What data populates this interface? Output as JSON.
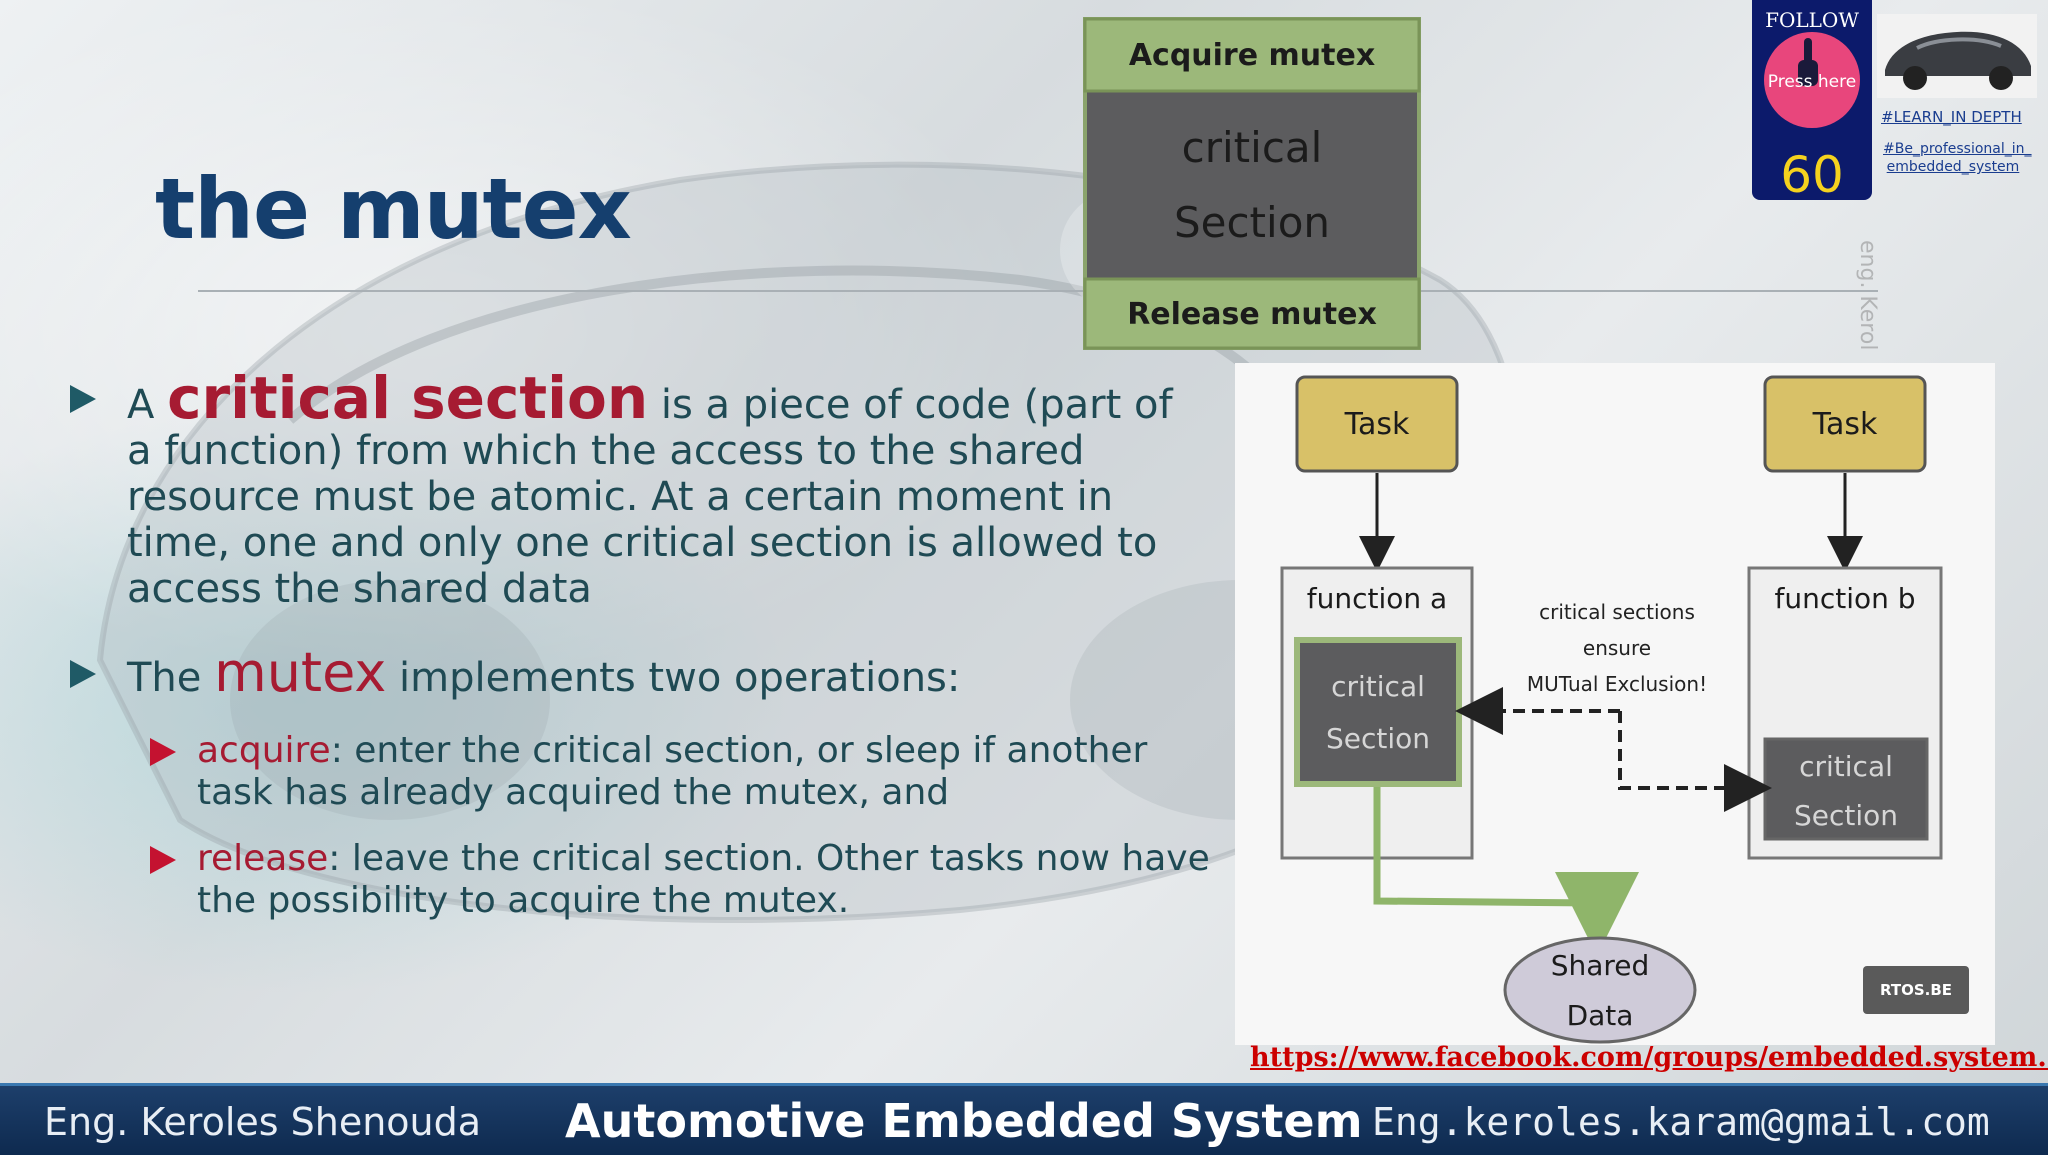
{
  "slide": {
    "title": "the mutex"
  },
  "bullets": {
    "b1": {
      "pre": "A ",
      "keyword": "critical  section",
      "post": "  is a piece of code (part of a function) from which the access to the shared resource must be atomic. At a certain moment in time, one and only one critical section is allowed to access the shared data"
    },
    "b2": {
      "pre": "The ",
      "keyword": "mutex",
      "post": " implements two operations:"
    },
    "sub1": {
      "keyword": "acquire",
      "post": ": enter the critical section, or sleep if another task has already acquired the mutex, and"
    },
    "sub2": {
      "keyword": "release",
      "post": ": leave the critical section. Other tasks now have the possibility to acquire the mutex."
    }
  },
  "mutex_box": {
    "top": "Acquire mutex",
    "middle_line1": "critical",
    "middle_line2": "Section",
    "bottom": "Release mutex"
  },
  "diagram": {
    "task_a": "Task",
    "task_b": "Task",
    "function_a": "function a",
    "function_b": "function b",
    "cs_a_line1": "critical",
    "cs_a_line2": "Section",
    "cs_b_line1": "critical",
    "cs_b_line2": "Section",
    "note_line1": "critical sections",
    "note_line2": "ensure",
    "note_line3": "MUTual Exclusion!",
    "shared_line1": "Shared",
    "shared_line2": "Data",
    "badge": "RTOS.BE"
  },
  "links": {
    "facebook": "https://www.facebook.com/groups/embedded.system.KS/"
  },
  "footer": {
    "left": "Eng. Keroles Shenouda",
    "center": "Automotive Embedded System",
    "right": "Eng.keroles.karam@gmail.com"
  },
  "follow": {
    "title": "FOLLOW US",
    "press": "Press here",
    "count": "60",
    "tag1": "#LEARN_IN DEPTH",
    "tag2": "#Be_professional_in_ embedded_system"
  },
  "watermark": {
    "text": "eng. Kerol"
  },
  "colors": {
    "title": "#153f6e",
    "keyword": "#a61b32",
    "body": "#1f4a54",
    "footer": "#0e2a4f",
    "green_box": "#9cb87a",
    "gray_box": "#5c5c5e",
    "task_box": "#d8c168"
  }
}
